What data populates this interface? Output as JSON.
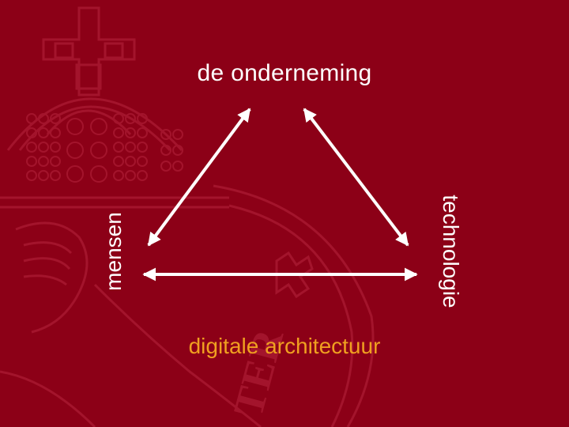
{
  "slide": {
    "background": "#8c0017",
    "watermark_color": "#a3142c",
    "arrow_color": "#ffffff"
  },
  "labels": {
    "top": "de onderneming",
    "bottom": "digitale architectuur",
    "left": "mensen",
    "right": "technologie"
  },
  "label_colors": {
    "top": "#ffffff",
    "bottom": "#f0a020",
    "left": "#ffffff",
    "right": "#ffffff"
  },
  "watermark": {
    "description_icon": "university-seal-icon",
    "seal_letters": "TER"
  }
}
